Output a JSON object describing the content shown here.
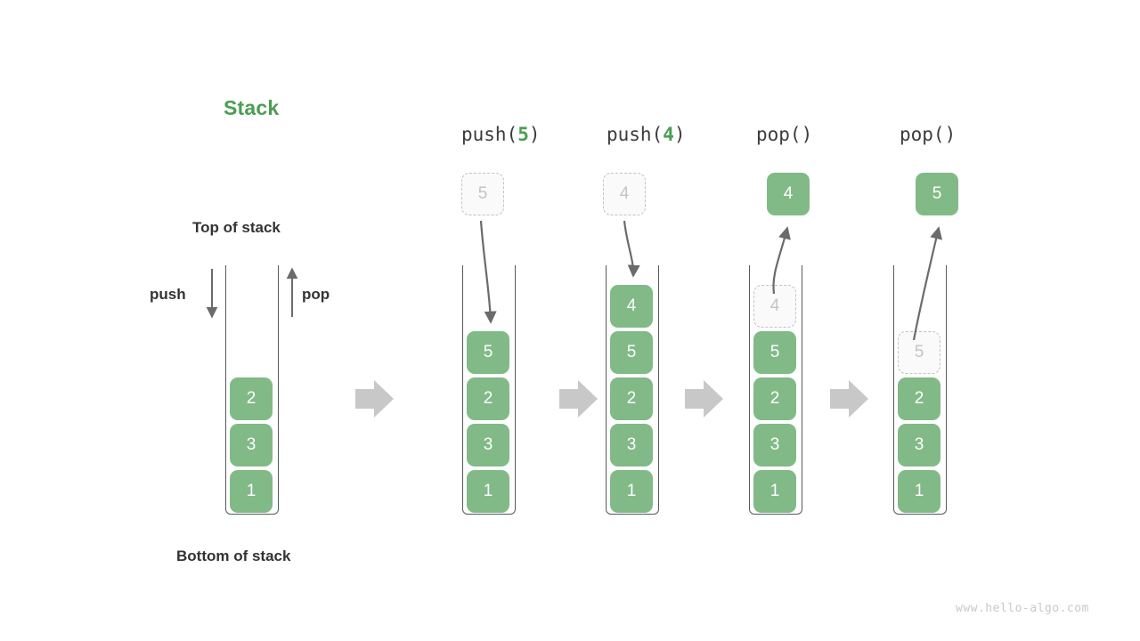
{
  "diagram": {
    "title": "Stack",
    "title_color": "#4a9e52",
    "element_color": "#81ba87",
    "ghost_color": "#c4c4c4",
    "wall_color": "#555a5e",
    "flow_arrow_color": "#c8c8c8",
    "watermark": "www.hello-algo.com",
    "labels": {
      "top_of_stack": "Top of stack",
      "bottom_of_stack": "Bottom of stack",
      "push": "push",
      "pop": "pop"
    },
    "columns": [
      {
        "id": "initial",
        "op_prefix": "",
        "op_arg": "",
        "op_suffix": "",
        "has_op_label": false,
        "floating": null,
        "stack": [
          "2",
          "3",
          "1"
        ],
        "ghost_in_stack": null
      },
      {
        "id": "push-5",
        "op_prefix": "push(",
        "op_arg": "5",
        "op_suffix": ")",
        "has_op_label": true,
        "floating": {
          "value": "5",
          "style": "ghost"
        },
        "stack": [
          "5",
          "2",
          "3",
          "1"
        ],
        "ghost_in_stack": null
      },
      {
        "id": "push-4",
        "op_prefix": "push(",
        "op_arg": "4",
        "op_suffix": ")",
        "has_op_label": true,
        "floating": {
          "value": "4",
          "style": "ghost"
        },
        "stack": [
          "4",
          "5",
          "2",
          "3",
          "1"
        ],
        "ghost_in_stack": null
      },
      {
        "id": "pop-1",
        "op_prefix": "pop(",
        "op_arg": "",
        "op_suffix": ")",
        "has_op_label": true,
        "floating": {
          "value": "4",
          "style": "solid"
        },
        "stack": [
          "5",
          "2",
          "3",
          "1"
        ],
        "ghost_in_stack": "4"
      },
      {
        "id": "pop-2",
        "op_prefix": "pop(",
        "op_arg": "",
        "op_suffix": ")",
        "has_op_label": true,
        "floating": {
          "value": "5",
          "style": "solid"
        },
        "stack": [
          "2",
          "3",
          "1"
        ],
        "ghost_in_stack": "5"
      }
    ],
    "op_labels": [
      {
        "prefix": "push(",
        "arg": "5",
        "suffix": ")"
      },
      {
        "prefix": "push(",
        "arg": "4",
        "suffix": ")"
      },
      {
        "prefix": "pop(",
        "arg": "",
        "suffix": ")"
      },
      {
        "prefix": "pop(",
        "arg": "",
        "suffix": ")"
      }
    ]
  }
}
